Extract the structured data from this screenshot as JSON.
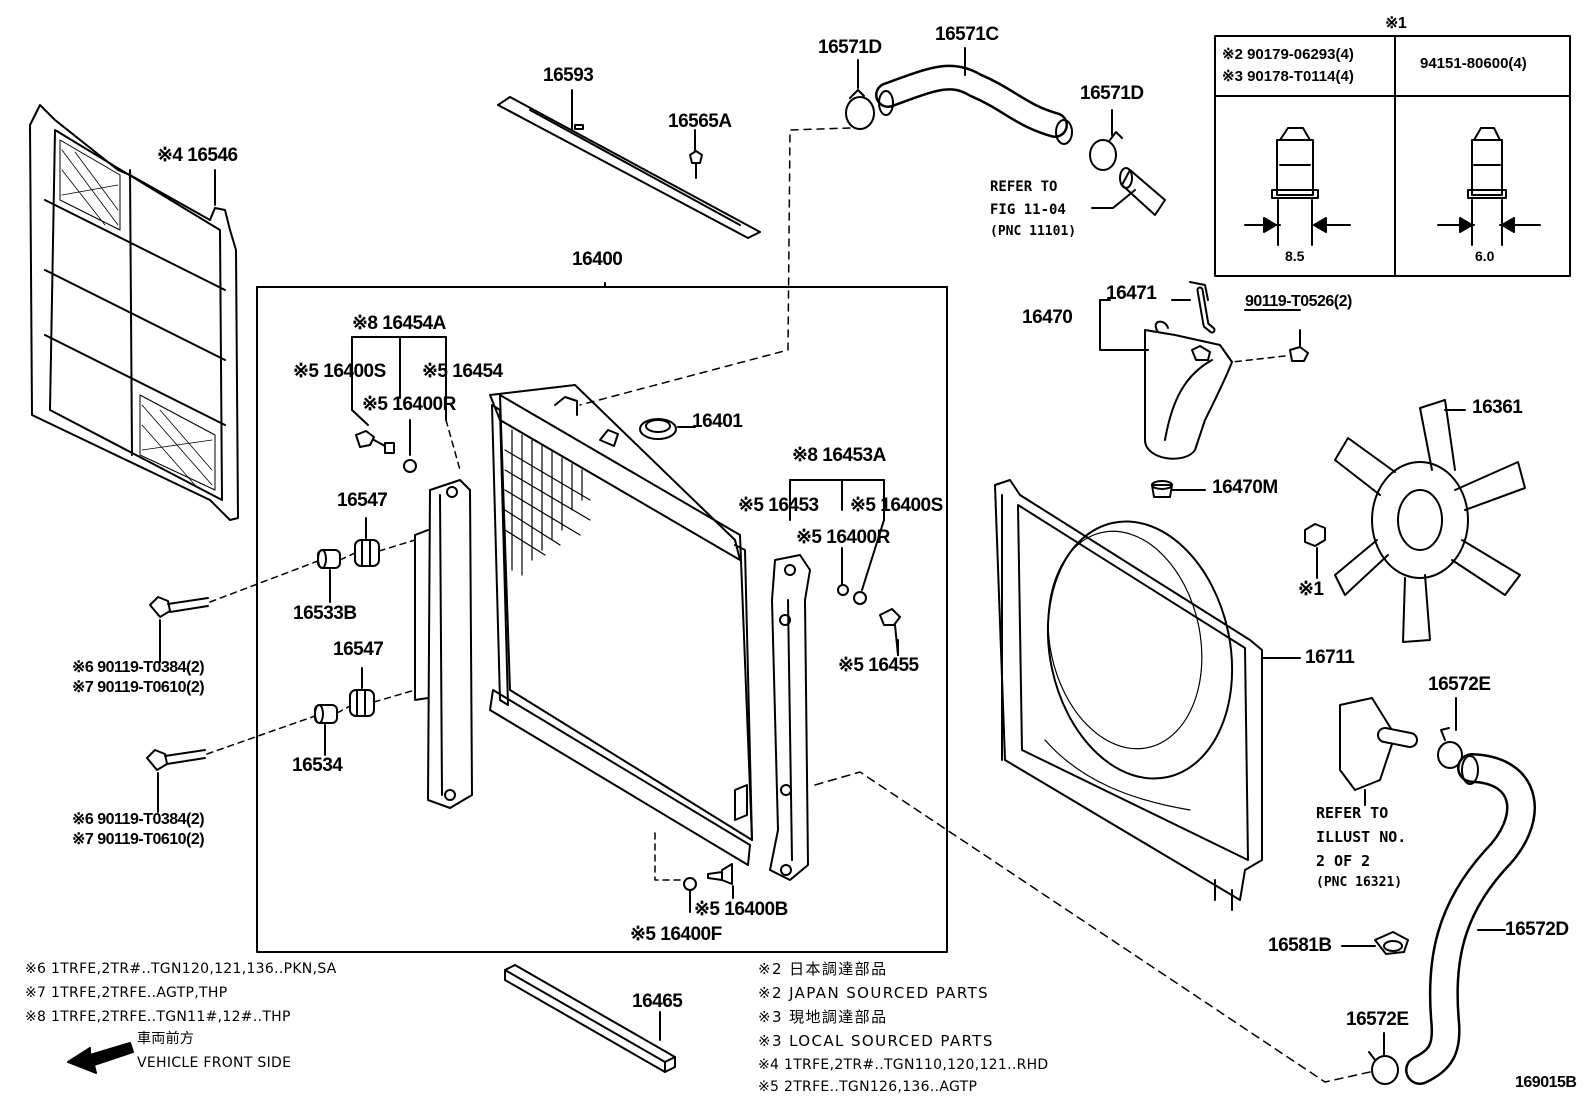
{
  "labels": {
    "p16546": "※4 16546",
    "p16593": "16593",
    "p16565A": "16565A",
    "p16571D": "16571D",
    "p16571C": "16571C",
    "refer_to": "REFER TO",
    "fig_11_04": "FIG 11-04",
    "pnc_11101": "(PNC 11101)",
    "p16400": "16400",
    "p16454A": "※8 16454A",
    "p16400S": "※5 16400S",
    "p16454": "※5 16454",
    "p16400R": "※5 16400R",
    "p16401": "16401",
    "p16547": "16547",
    "p16533B": "16533B",
    "p16534": "16534",
    "bolt6": "※6 90119-T0384(2)",
    "bolt7": "※7 90119-T0610(2)",
    "p16453A": "※8 16453A",
    "p16453": "※5 16453",
    "p16455": "※5 16455",
    "p16400B": "※5 16400B",
    "p16400F": "※5 16400F",
    "p16465": "16465",
    "p16471": "16471",
    "p16470": "16470",
    "bolt_t0526": "90119-T0526(2)",
    "p16470M": "16470M",
    "p16361": "16361",
    "note1": "※1",
    "p16711": "16711",
    "p16572E": "16572E",
    "refer_to_2": "REFER TO",
    "illust_no": "ILLUST NO.",
    "two_of_two": "2 OF 2",
    "pnc_16321": "(PNC 16321)",
    "p16572D": "16572D",
    "p16581B": "16581B",
    "diagram_code": "169015B"
  },
  "nut_table": {
    "title": "※1",
    "row_a": "※2 90179-06293(4)",
    "row_b": "※3 90178-T0114(4)",
    "right": "94151-80600(4)",
    "dim_left": "8.5",
    "dim_right": "6.0"
  },
  "notes_left": {
    "n6": "※6 1TRFE,2TR#..TGN120,121,136..PKN,SA",
    "n7": "※7 1TRFE,2TRFE..AGTP,THP",
    "n8": "※8 1TRFE,2TRFE..TGN11#,12#..THP",
    "front_jp": "車両前方",
    "front_en": "VEHICLE FRONT SIDE"
  },
  "notes_center": {
    "n2_jp": "※2 日本調達部品",
    "n2_en": "※2 JAPAN SOURCED PARTS",
    "n3_jp": "※3 現地調達部品",
    "n3_en": "※3 LOCAL SOURCED PARTS",
    "n4": "※4 1TRFE,2TR#..TGN110,120,121..RHD",
    "n5": "※5 2TRFE..TGN126,136..AGTP"
  }
}
